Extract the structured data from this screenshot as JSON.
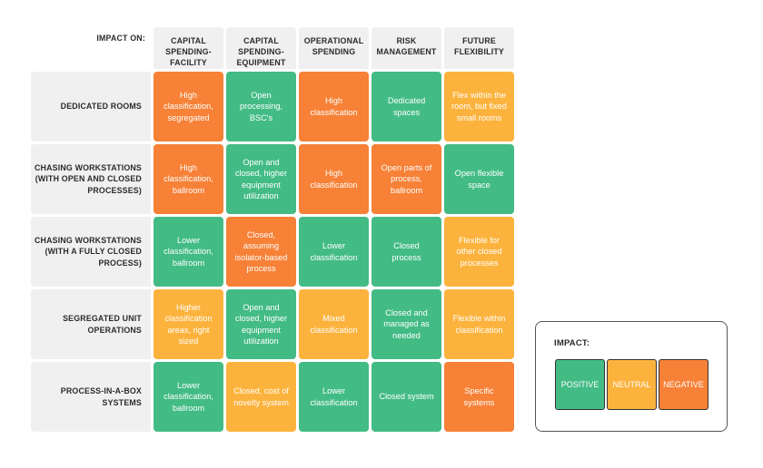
{
  "colors": {
    "positive": "#43bb85",
    "neutral": "#fcb33d",
    "negative": "#f68137",
    "panel": "#f0f0f0"
  },
  "impact_on_label": "IMPACT ON:",
  "columns": [
    "CAPITAL SPENDING-FACILITY",
    "CAPITAL SPENDING-EQUIPMENT",
    "OPERATIONAL SPENDING",
    "RISK MANAGEMENT",
    "FUTURE FLEXIBILITY"
  ],
  "rows": [
    {
      "label": "DEDICATED ROOMS",
      "cells": [
        {
          "text": "High classification, segregated",
          "impact": "negative"
        },
        {
          "text": "Open processing, BSC's",
          "impact": "positive"
        },
        {
          "text": "High classification",
          "impact": "negative"
        },
        {
          "text": "Dedicated spaces",
          "impact": "positive"
        },
        {
          "text": "Flex within the room, but fixed small rooms",
          "impact": "neutral"
        }
      ]
    },
    {
      "label": "CHASING WORKSTATIONS (WITH OPEN AND CLOSED PROCESSES)",
      "cells": [
        {
          "text": "High classification, ballroom",
          "impact": "negative"
        },
        {
          "text": "Open and closed, higher equipment utilization",
          "impact": "positive"
        },
        {
          "text": "High classification",
          "impact": "negative"
        },
        {
          "text": "Open parts of process, ballroom",
          "impact": "negative"
        },
        {
          "text": "Open flexible space",
          "impact": "positive"
        }
      ]
    },
    {
      "label": "CHASING WORKSTATIONS (WITH A FULLY CLOSED PROCESS)",
      "cells": [
        {
          "text": "Lower classification, ballroom",
          "impact": "positive"
        },
        {
          "text": "Closed, assuming isolator-based process",
          "impact": "negative"
        },
        {
          "text": "Lower classification",
          "impact": "positive"
        },
        {
          "text": "Closed process",
          "impact": "positive"
        },
        {
          "text": "Flexible for other closed processes",
          "impact": "neutral"
        }
      ]
    },
    {
      "label": "SEGREGATED UNIT OPERATIONS",
      "cells": [
        {
          "text": "Higher classification areas, right sized",
          "impact": "neutral"
        },
        {
          "text": "Open and closed, higher equipment utilization",
          "impact": "positive"
        },
        {
          "text": "Mixed classification",
          "impact": "neutral"
        },
        {
          "text": "Closed and managed as needed",
          "impact": "positive"
        },
        {
          "text": "Flexible within classification",
          "impact": "neutral"
        }
      ]
    },
    {
      "label": "PROCESS-IN-A-BOX SYSTEMS",
      "cells": [
        {
          "text": "Lower classification, ballroom",
          "impact": "positive"
        },
        {
          "text": "Closed, cost of novelty system",
          "impact": "neutral"
        },
        {
          "text": "Lower classification",
          "impact": "positive"
        },
        {
          "text": "Closed system",
          "impact": "positive"
        },
        {
          "text": "Specific systems",
          "impact": "negative"
        }
      ]
    }
  ],
  "legend": {
    "title": "IMPACT:",
    "positive_label": "POSITIVE",
    "neutral_label": "NEUTRAL",
    "negative_label": "NEGATIVE"
  }
}
